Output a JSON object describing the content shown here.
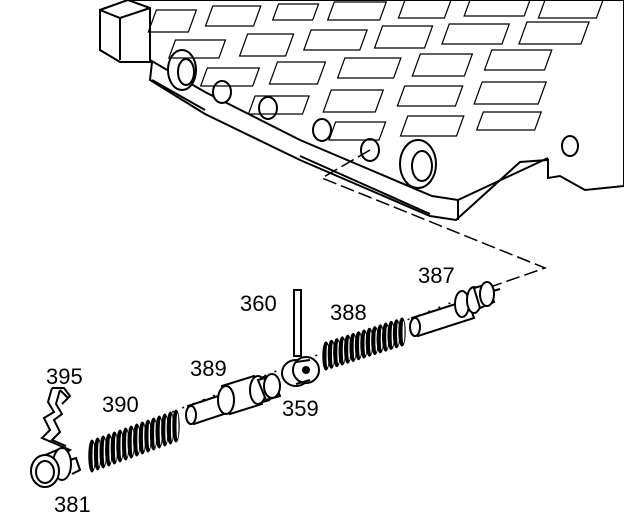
{
  "callouts": {
    "c387": "387",
    "c360": "360",
    "c388": "388",
    "c389": "389",
    "c359": "359",
    "c395": "395",
    "c390": "390",
    "c381": "381"
  },
  "colors": {
    "ink": "#000000",
    "paper": "#ffffff"
  }
}
